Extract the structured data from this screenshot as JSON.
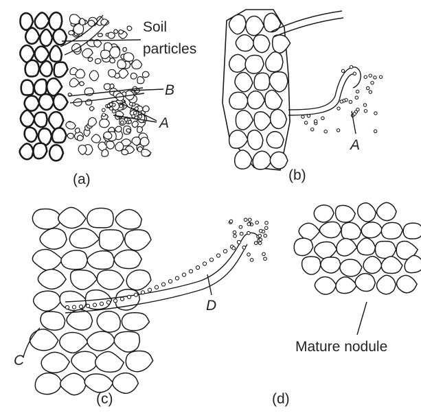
{
  "labels": {
    "soil_particles": [
      "Soil",
      "particles"
    ],
    "b": "B",
    "a_panel_a": "A",
    "a_panel_b": "A",
    "c": "C",
    "d": "D",
    "mature_nodule": "Mature nodule"
  },
  "captions": {
    "a": "(a)",
    "b": "(b)",
    "c": "(c)",
    "d": "(d)"
  }
}
